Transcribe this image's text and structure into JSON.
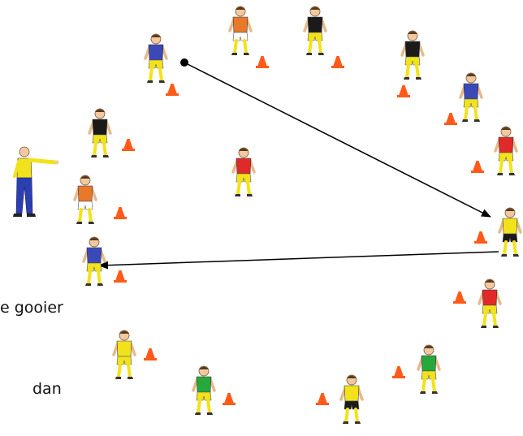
{
  "captions": {
    "line1": "e gooier",
    "line2": "dan"
  },
  "colors": {
    "blue_shirt": "#3b49b8",
    "orange_shirt": "#e8782a",
    "black_shirt": "#1a1a1a",
    "red_shirt": "#e02a2a",
    "green_shirt": "#27a83a",
    "yellow_shirt": "#f2e21b",
    "yellow_shorts": "#f2e21b",
    "white_shorts": "#ffffff",
    "cone": "#ff5a1a",
    "arrow": "#000000",
    "coach_shirt": "#f2e21b",
    "coach_pants": "#2b3fb0"
  },
  "players": [
    {
      "shirt": "blue",
      "shorts": "yellow"
    },
    {
      "shirt": "orange",
      "shorts": "white"
    },
    {
      "shirt": "black",
      "shorts": "yellow"
    },
    {
      "shirt": "black",
      "shorts": "yellow"
    },
    {
      "shirt": "blue",
      "shorts": "yellow"
    },
    {
      "shirt": "black",
      "shorts": "yellow"
    },
    {
      "shirt": "red",
      "shorts": "yellow"
    },
    {
      "shirt": "red",
      "shorts": "yellow"
    },
    {
      "shirt": "orange",
      "shorts": "white"
    },
    {
      "shirt": "yellow",
      "shorts": "black"
    },
    {
      "shirt": "blue",
      "shorts": "yellow"
    },
    {
      "shirt": "red",
      "shorts": "yellow"
    },
    {
      "shirt": "yellow",
      "shorts": "yellow"
    },
    {
      "shirt": "green",
      "shorts": "yellow"
    },
    {
      "shirt": "green",
      "shorts": "yellow"
    },
    {
      "shirt": "yellow",
      "shorts": "black"
    }
  ],
  "coach": {
    "shirt": "coach_shirt",
    "pants": "coach_pants",
    "icon": "coach-pointing-icon"
  },
  "cone_icon": "traffic-cone-icon",
  "arrows": [
    {
      "name": "pass-arrow-1",
      "icon": "arrow-icon"
    },
    {
      "name": "pass-arrow-2",
      "icon": "arrow-icon"
    }
  ]
}
